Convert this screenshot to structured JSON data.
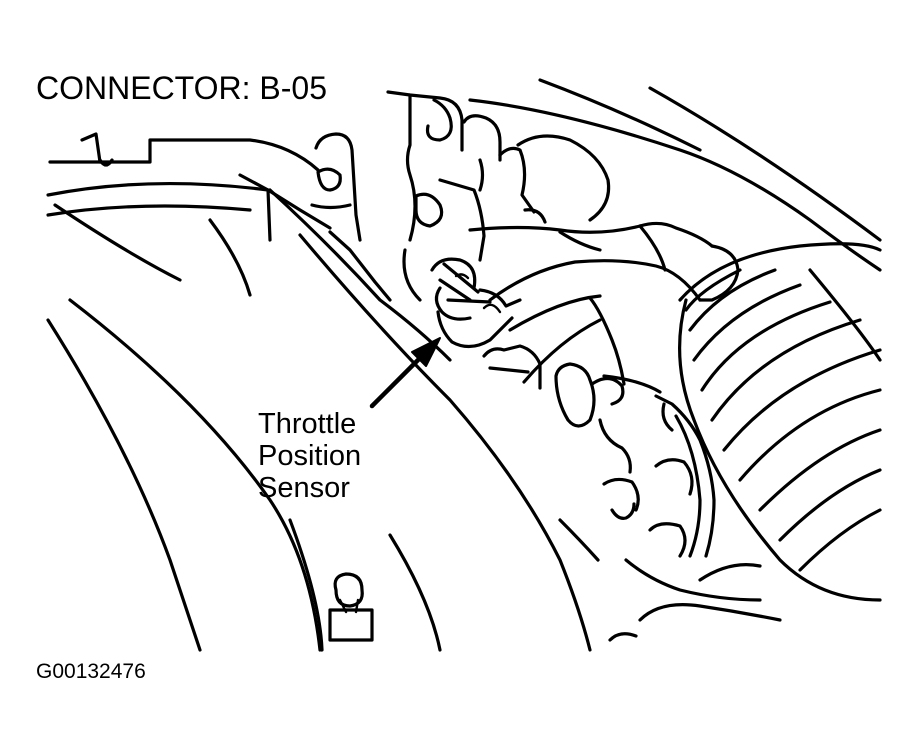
{
  "connector_label": "CONNECTOR: B-05",
  "callout": {
    "lines": [
      "Throttle",
      "Position",
      "Sensor"
    ]
  },
  "figure_id": "G00132476",
  "colors": {
    "ink": "#000000",
    "background": "#ffffff"
  }
}
